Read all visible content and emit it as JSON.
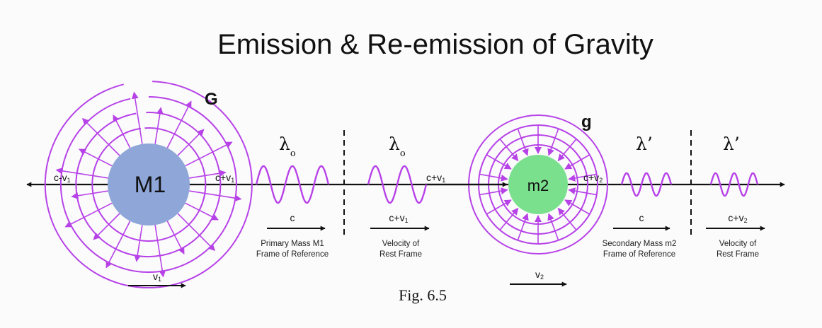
{
  "title": "Emission & Re-emission of Gravity",
  "figure_caption": "Fig. 6.5",
  "colors": {
    "field": "#b742e8",
    "mass_primary": "#8ea6d8",
    "mass_secondary": "#7be08e",
    "ink": "#111111"
  },
  "masses": {
    "primary": {
      "label": "M1",
      "field_label": "G",
      "velocity_label": "v",
      "velocity_sub": "1"
    },
    "secondary": {
      "label": "m2",
      "field_label": "g",
      "velocity_label": "v",
      "velocity_sub": "2"
    }
  },
  "axis_labels": {
    "left": {
      "text": "c-v",
      "sub": "1"
    },
    "m1_right": {
      "text": "c+v",
      "sub": "1"
    },
    "mid": {
      "text": "c+v",
      "sub": "1"
    },
    "m2_right": {
      "text": "c+v",
      "sub": "2"
    }
  },
  "wavelengths": [
    {
      "symbol": "λ",
      "sub": "o"
    },
    {
      "symbol": "λ",
      "sub": "o"
    },
    {
      "symbol": "λ’",
      "sub": ""
    },
    {
      "symbol": "λ’",
      "sub": ""
    }
  ],
  "speed_labels": [
    {
      "text": "c",
      "sub": ""
    },
    {
      "text": "c+v",
      "sub": "1"
    },
    {
      "text": "c",
      "sub": ""
    },
    {
      "text": "c+v",
      "sub": "2"
    }
  ],
  "frame_captions": [
    {
      "line1": "Primary Mass M1",
      "line2": "Frame of Reference"
    },
    {
      "line1": "Velocity of",
      "line2": "Rest Frame"
    },
    {
      "line1": "Secondary Mass m2",
      "line2": "Frame of Reference"
    },
    {
      "line1": "Velocity of",
      "line2": "Rest Frame"
    }
  ]
}
